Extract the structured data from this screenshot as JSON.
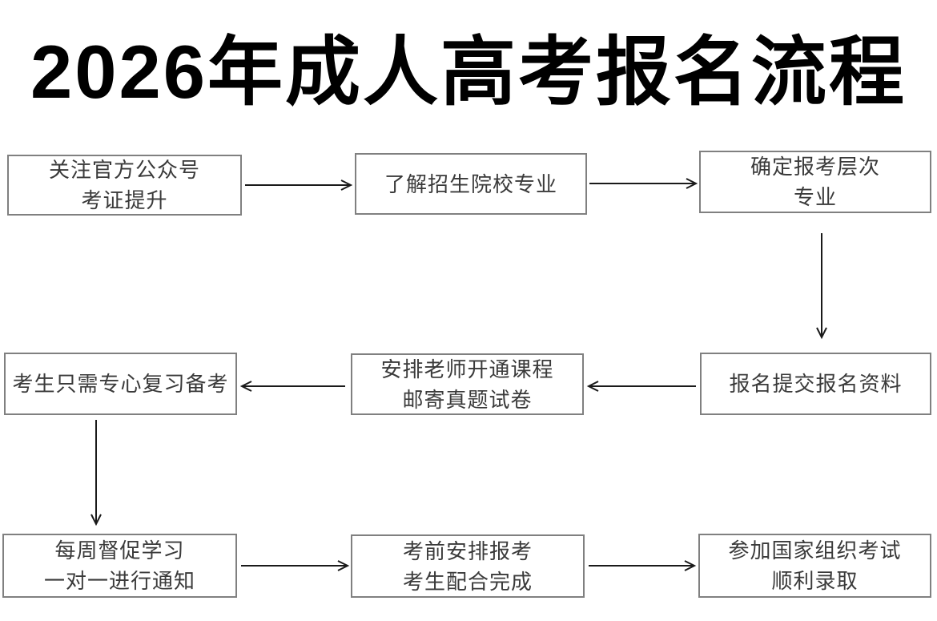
{
  "title": "2026年成人高考报名流程",
  "flow": {
    "nodes": [
      {
        "step": 1,
        "lines": [
          "关注官方公众号",
          "考证提升"
        ]
      },
      {
        "step": 2,
        "lines": [
          "了解招生院校专业"
        ]
      },
      {
        "step": 3,
        "lines": [
          "确定报考层次",
          "专业"
        ]
      },
      {
        "step": 4,
        "lines": [
          "报名提交报名资料"
        ]
      },
      {
        "step": 5,
        "lines": [
          "安排老师开通课程",
          "邮寄真题试卷"
        ]
      },
      {
        "step": 6,
        "lines": [
          "考生只需专心复习备考"
        ]
      },
      {
        "step": 7,
        "lines": [
          "每周督促学习",
          "一对一进行通知"
        ]
      },
      {
        "step": 8,
        "lines": [
          "考前安排报考",
          "考生配合完成"
        ]
      },
      {
        "step": 9,
        "lines": [
          "参加国家组织考试",
          "顺利录取"
        ]
      }
    ],
    "arrows": [
      {
        "from": 1,
        "to": 2,
        "direction": "right"
      },
      {
        "from": 2,
        "to": 3,
        "direction": "right"
      },
      {
        "from": 3,
        "to": 4,
        "direction": "down"
      },
      {
        "from": 4,
        "to": 5,
        "direction": "left"
      },
      {
        "from": 5,
        "to": 6,
        "direction": "left"
      },
      {
        "from": 6,
        "to": 7,
        "direction": "down"
      },
      {
        "from": 7,
        "to": 8,
        "direction": "right"
      },
      {
        "from": 8,
        "to": 9,
        "direction": "right"
      }
    ]
  },
  "colors": {
    "background": "#ffffff",
    "title_text": "#000000",
    "box_border": "#808080",
    "box_text": "#3a3a3a",
    "arrow": "#1a1a1a"
  }
}
